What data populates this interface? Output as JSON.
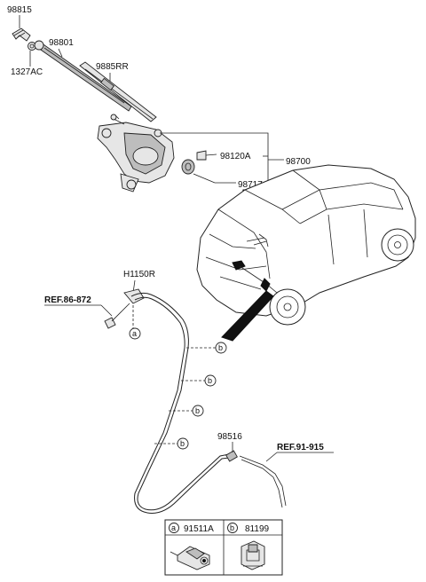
{
  "parts": {
    "p98815": "98815",
    "p1327AC": "1327AC",
    "p98801": "98801",
    "p9885RR": "9885RR",
    "p98120A": "98120A",
    "p98700": "98700",
    "p98717": "98717",
    "pH1150R": "H1150R",
    "p98516": "98516"
  },
  "refs": {
    "ref1": "REF.86-872",
    "ref2": "REF.91-915"
  },
  "markers": {
    "a": "a",
    "b": "b"
  },
  "legend": {
    "a_letter": "a",
    "a_part": "91511A",
    "b_letter": "b",
    "b_part": "81199"
  }
}
